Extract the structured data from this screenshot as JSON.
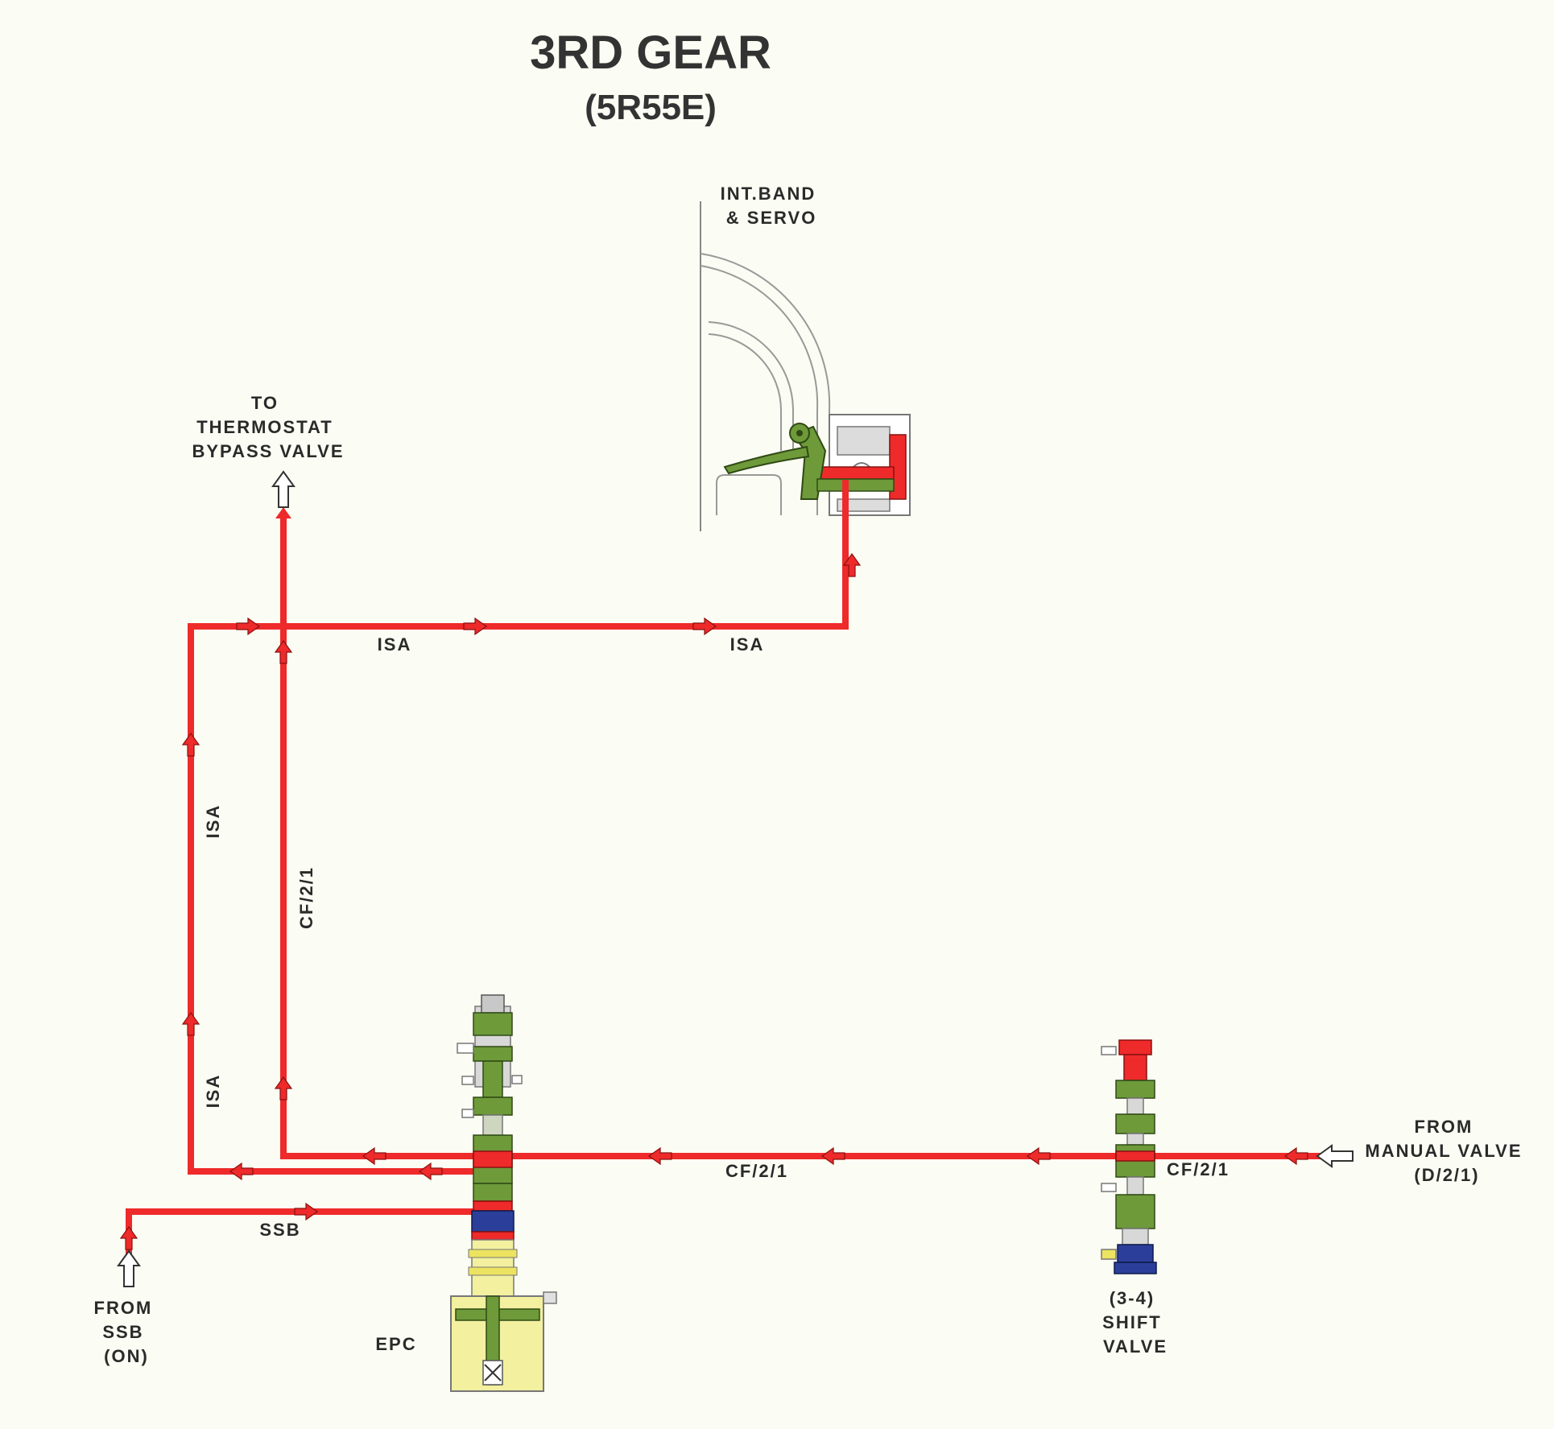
{
  "title": "3RD GEAR",
  "subtitle": "(5R55E)",
  "colors": {
    "fluid": "#ee2a2a",
    "valve_body": "#6e9a3a",
    "valve_light": "#9bc26a",
    "epc_housing": "#f3f0a0",
    "shift_blue": "#2b3f9a",
    "bore": "#d8d8d8",
    "background": "#fbfcf3"
  },
  "labels": {
    "to_thermostat": [
      "TO",
      "THERMOSTAT",
      "BYPASS VALVE"
    ],
    "int_band": [
      "INT.BAND",
      "& SERVO"
    ],
    "isa_top_left": "ISA",
    "isa_top_right": "ISA",
    "isa_vertical_upper": "ISA",
    "isa_vertical_lower": "ISA",
    "cf21_vertical": "CF/2/1",
    "cf21_bottom": "CF/2/1",
    "cf21_right": "CF/2/1",
    "ssb": "SSB",
    "from_ssb": [
      "FROM",
      "SSB",
      "(ON)"
    ],
    "epc": "EPC",
    "shift_valve": [
      "(3-4)",
      "SHIFT",
      "VALVE"
    ],
    "from_manual": [
      "FROM",
      "MANUAL VALVE",
      "(D/2/1)"
    ]
  }
}
